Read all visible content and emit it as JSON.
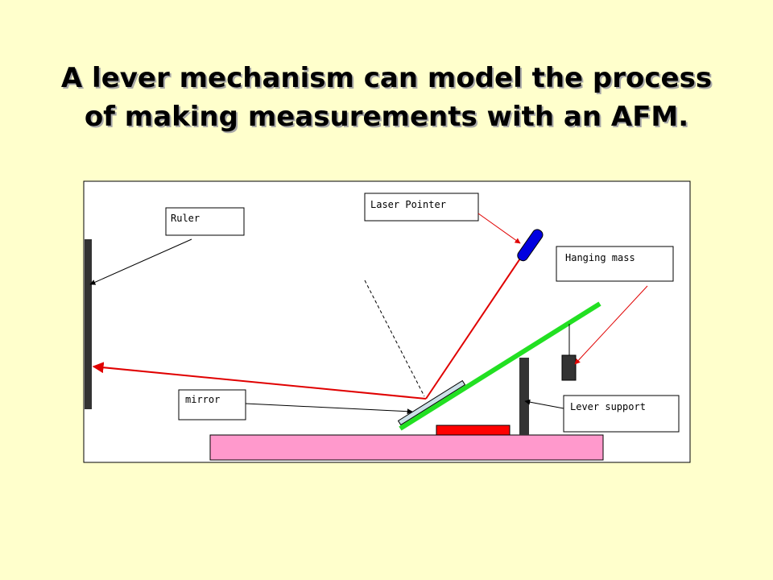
{
  "title": {
    "line1": "A lever mechanism can model the process",
    "line2": "of making measurements with an AFM."
  },
  "labels": {
    "ruler": "Ruler",
    "laser_pointer": "Laser Pointer",
    "hanging_mass": "Hanging mass",
    "mirror": "mirror",
    "lever_support": "Lever support"
  },
  "colors": {
    "background": "#FFFFCC",
    "laser_beam": "#E00000",
    "lever": "#22E022",
    "laser_pointer": "#0000E0",
    "base": "#FF99CC",
    "block": "#FF0000",
    "mirror": "#CCE0E8",
    "ruler": "#333333",
    "support": "#333333",
    "mass": "#333333"
  }
}
